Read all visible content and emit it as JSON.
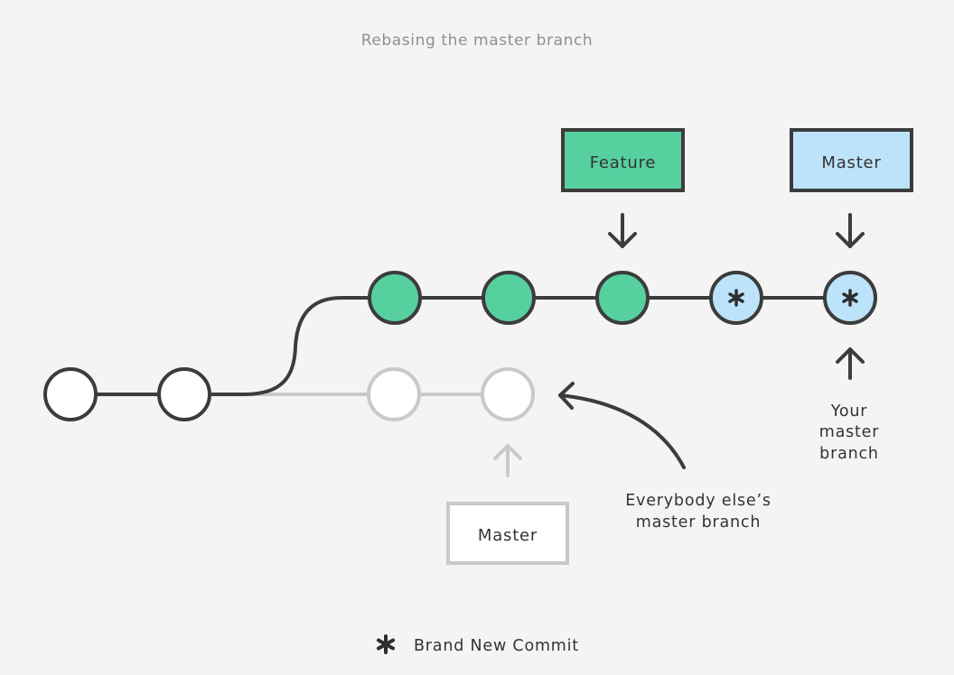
{
  "title": "Rebasing the master branch",
  "branch_labels": {
    "feature": "Feature",
    "master_new": "Master",
    "master_old": "Master"
  },
  "annotations": {
    "your_master_branch": [
      "Your",
      "master",
      "branch"
    ],
    "everybody_master_branch": [
      "Everybody else’s",
      "master branch"
    ]
  },
  "legend": {
    "new_commit_label": "Brand New Commit"
  },
  "colors": {
    "background": "#f4f4f4",
    "line_dark": "#3c3c3c",
    "line_faded": "#c9c9c9",
    "commit_fill": "#ffffff",
    "feature_fill": "#57d0a0",
    "master_fill": "#bde3fb",
    "title_text": "#8f8f8f"
  }
}
